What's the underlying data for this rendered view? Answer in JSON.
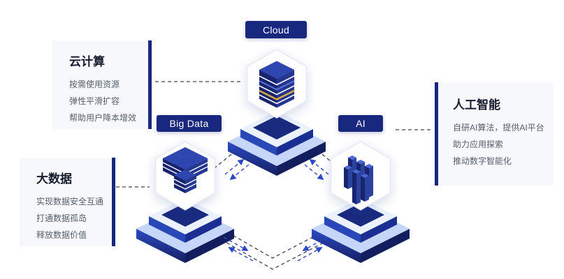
{
  "diagram": {
    "nodes": {
      "cloud": {
        "badge": "Cloud",
        "icon": "isometric-stack-icon"
      },
      "bigdata": {
        "badge": "Big Data",
        "icon": "cube-cluster-icon"
      },
      "ai": {
        "badge": "AI",
        "icon": "bar-columns-icon"
      }
    },
    "cards": {
      "cloud": {
        "title": "云计算",
        "lines": [
          "按需使用资源",
          "弹性平滑扩容",
          "帮助用户降本增效"
        ]
      },
      "bigdata": {
        "title": "大数据",
        "lines": [
          "实现数据安全互通",
          "打通数据孤岛",
          "释放数据价值"
        ]
      },
      "ai": {
        "title": "人工智能",
        "lines": [
          "自研AI算法，提供AI平台",
          "助力应用探索",
          "推动数字智能化"
        ]
      }
    },
    "colors": {
      "badge_bg": "#18287f",
      "badge_text": "#ffffff",
      "card_bg": "#f6f8fb",
      "accent_bar": "#18287f",
      "platform_dark": "#141f63",
      "platform_light": "#ecf2fd",
      "arrow": "#2c49c7",
      "dash": "#3c4454",
      "gold_stripe": "#d9a940"
    }
  }
}
